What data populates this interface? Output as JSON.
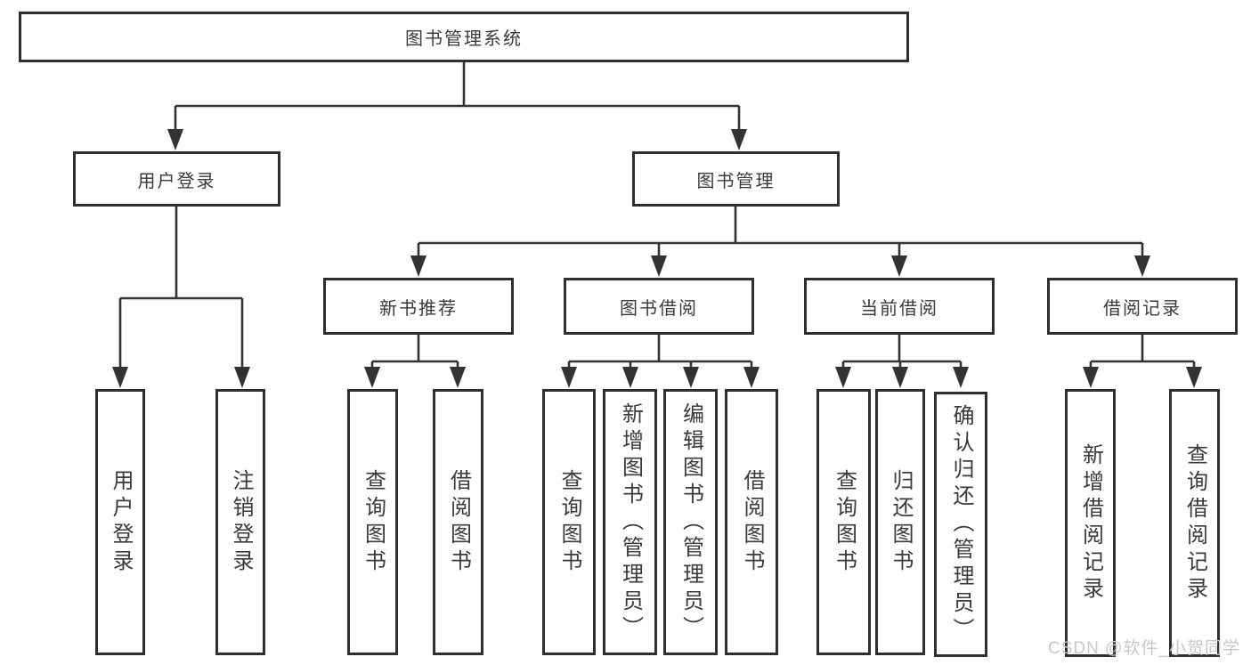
{
  "colors": {
    "line": "#333333",
    "box_border": "#2f2f2f",
    "text": "#3a3a3a",
    "watermark": "#c7c7c7",
    "background": "#ffffff"
  },
  "watermark": "CSDN @软件_小贺同学",
  "tree": {
    "label": "图书管理系统",
    "children": [
      {
        "label": "用户登录",
        "children": [
          {
            "label": "用户登录"
          },
          {
            "label": "注销登录"
          }
        ]
      },
      {
        "label": "图书管理",
        "children": [
          {
            "label": "新书推荐",
            "children": [
              {
                "label": "查询图书"
              },
              {
                "label": "借阅图书"
              }
            ]
          },
          {
            "label": "图书借阅",
            "children": [
              {
                "label": "查询图书"
              },
              {
                "label": "新增图书（管理员）"
              },
              {
                "label": "编辑图书（管理员）"
              },
              {
                "label": "借阅图书"
              }
            ]
          },
          {
            "label": "当前借阅",
            "children": [
              {
                "label": "查询图书"
              },
              {
                "label": "归还图书"
              },
              {
                "label": "确认归还（管理员）"
              }
            ]
          },
          {
            "label": "借阅记录",
            "children": [
              {
                "label": "新增借阅记录"
              },
              {
                "label": "查询借阅记录"
              }
            ]
          }
        ]
      }
    ]
  }
}
